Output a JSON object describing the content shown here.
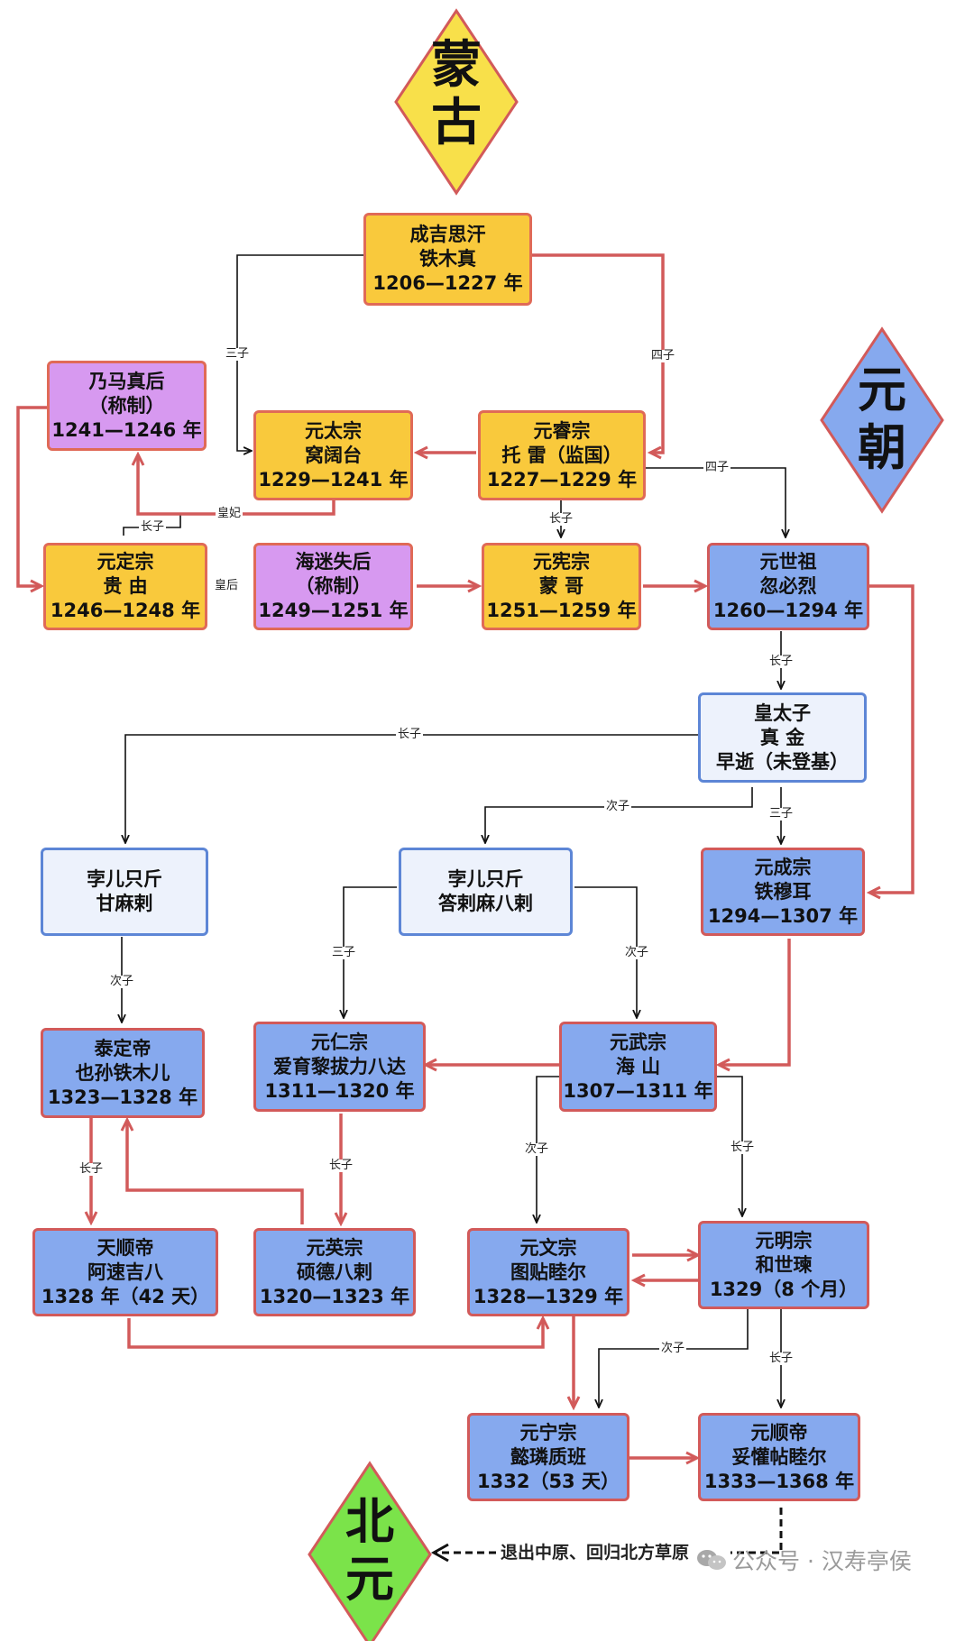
{
  "diamonds": {
    "mongol": {
      "lines": [
        "蒙",
        "古"
      ],
      "color": "#f8e04a"
    },
    "yuan": {
      "lines": [
        "元",
        "朝"
      ],
      "color": "#86a9ee"
    },
    "beiyuan": {
      "lines": [
        "北",
        "元"
      ],
      "color": "#7be34a"
    }
  },
  "nodes": {
    "genghis": {
      "lines": [
        "成吉思汗",
        "铁木真",
        "1206—1227 年"
      ]
    },
    "naima": {
      "lines": [
        "乃马真后",
        "（称制）",
        "1241—1246 年"
      ]
    },
    "taizong": {
      "lines": [
        "元太宗",
        "窝阔台",
        "1229—1241 年"
      ]
    },
    "ruizong": {
      "lines": [
        "元睿宗",
        "托 雷（监国）",
        "1227—1229 年"
      ]
    },
    "dingzong": {
      "lines": [
        "元定宗",
        "贵 由",
        "1246—1248 年"
      ]
    },
    "haimi": {
      "lines": [
        "海迷失后",
        "（称制）",
        "1249—1251 年"
      ]
    },
    "xianzong": {
      "lines": [
        "元宪宗",
        "蒙 哥",
        "1251—1259 年"
      ]
    },
    "shizu": {
      "lines": [
        "元世祖",
        "忽必烈",
        "1260—1294 年"
      ]
    },
    "zhenjin": {
      "lines": [
        "皇太子",
        "真 金",
        "早逝（未登基）"
      ]
    },
    "ganmala": {
      "lines": [
        "孛儿只斤",
        "甘麻剌"
      ]
    },
    "dalama": {
      "lines": [
        "孛儿只斤",
        "答剌麻八剌"
      ]
    },
    "chengzong": {
      "lines": [
        "元成宗",
        "铁穆耳",
        "1294—1307 年"
      ]
    },
    "taiding": {
      "lines": [
        "泰定帝",
        "也孙铁木儿",
        "1323—1328 年"
      ]
    },
    "renzong": {
      "lines": [
        "元仁宗",
        "爱育黎拔力八达",
        "1311—1320 年"
      ]
    },
    "wuzong": {
      "lines": [
        "元武宗",
        "海 山",
        "1307—1311 年"
      ]
    },
    "tianshun": {
      "lines": [
        "天顺帝",
        "阿速吉八",
        "1328 年（42 天）"
      ]
    },
    "yingzong": {
      "lines": [
        "元英宗",
        "硕德八剌",
        "1320—1323 年"
      ]
    },
    "wenzong": {
      "lines": [
        "元文宗",
        "图贴睦尔",
        "1328—1329 年"
      ]
    },
    "mingzong": {
      "lines": [
        "元明宗",
        "和世瑓",
        "1329（8 个月）"
      ]
    },
    "ningzong": {
      "lines": [
        "元宁宗",
        "懿璘质班",
        "1332（53 天）"
      ]
    },
    "shundi": {
      "lines": [
        "元顺帝",
        "妥懽帖睦尔",
        "1333—1368 年"
      ]
    }
  },
  "relations": {
    "sanzi": "三子",
    "sizi": "四子",
    "zhangzi": "长子",
    "cizi": "次子",
    "huangfei": "皇妃",
    "huanghou": "皇后"
  },
  "exit_note": "退出中原、回归北方草原",
  "watermark": "公众号 · 汉寿亭侯",
  "colors": {
    "mongol_box": "#f9c93c",
    "regent_box": "#d799f0",
    "yuan_box": "#86a9ee",
    "prince_box": "#edf2fc",
    "succession_arrow": "#d25a5a",
    "lineage_arrow": "#111111"
  }
}
